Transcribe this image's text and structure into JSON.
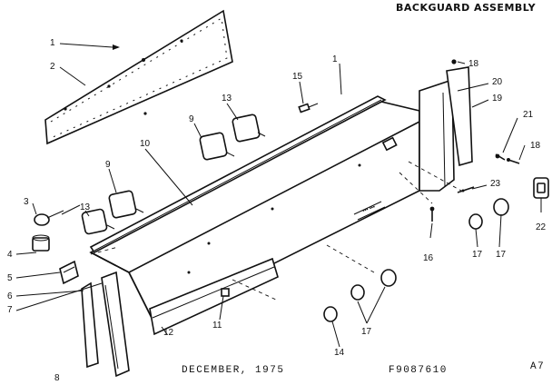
{
  "title": "BACKGUARD ASSEMBLY",
  "footer": {
    "date": "DECEMBER, 1975",
    "part_no": "F9087610",
    "page": "A7"
  },
  "callouts": {
    "n1a": "1",
    "n1b": "1",
    "n2": "2",
    "n3": "3",
    "n4": "4",
    "n5": "5",
    "n6": "6",
    "n7": "7",
    "n8": "8",
    "n9a": "9",
    "n9b": "9",
    "n10": "10",
    "n11": "11",
    "n12": "12",
    "n13a": "13",
    "n13b": "13",
    "n14": "14",
    "n15": "15",
    "n16": "16",
    "n17a": "17",
    "n17b": "17",
    "n17c": "17",
    "n18a": "18",
    "n18b": "18",
    "n19": "19",
    "n20": "20",
    "n21": "21",
    "n22": "22",
    "n23": "23"
  }
}
